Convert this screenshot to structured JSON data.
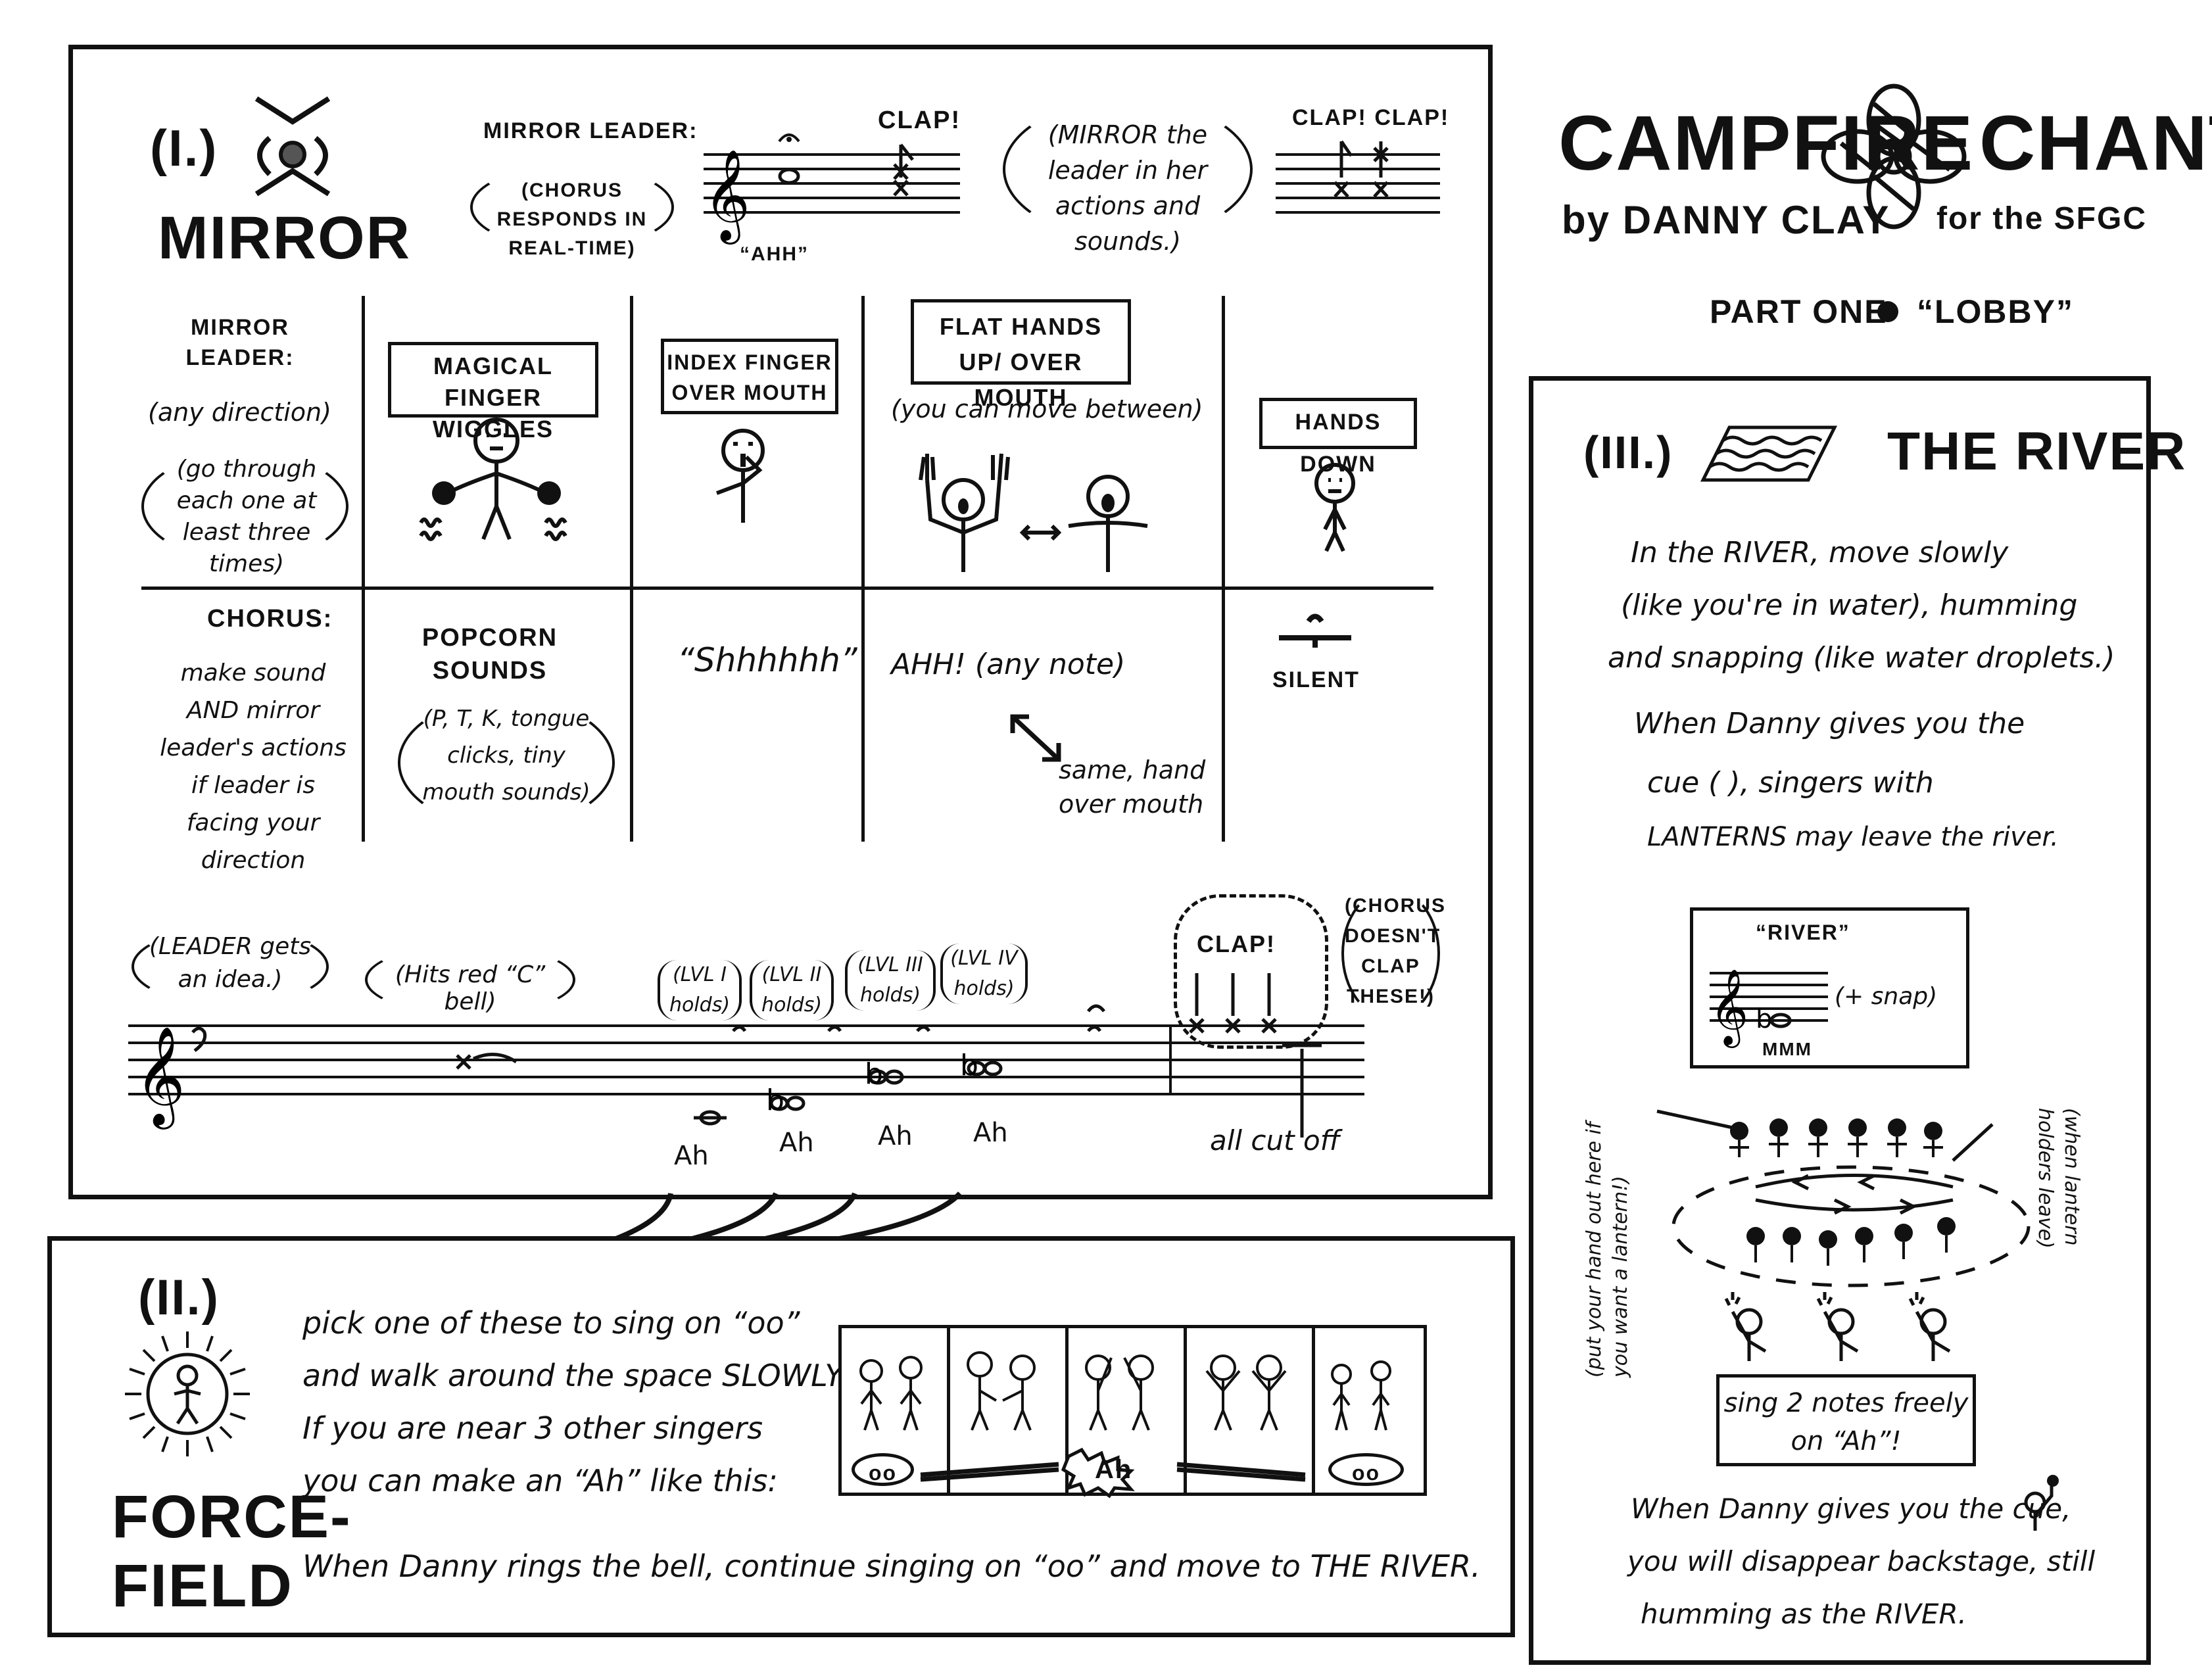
{
  "title": {
    "word1": "CAMPFIRE",
    "word2": "CHANTS",
    "by": "by DANNY CLAY",
    "for": "for the SFGC",
    "part": "PART ONE",
    "part_sub": "“LOBBY”"
  },
  "mirror": {
    "numeral": "(I.)",
    "heading": "MIRROR",
    "staff_label": "MIRROR LEADER:",
    "chorus_responds": "(CHORUS RESPONDS IN REAL-TIME)",
    "ahh": "“AHH”",
    "clap1": "CLAP!",
    "mirror_note": "(MIRROR the leader in her actions and sounds.)",
    "clap2": "CLAP! CLAP!",
    "row1_label": "MIRROR LEADER:",
    "any_direction": "(any direction)",
    "go_through": "(go through each one at least three times)",
    "c1_box": "MAGICAL FINGER WIGGLES",
    "c2_box": "INDEX FINGER OVER MOUTH",
    "c3_box": "FLAT HANDS UP/ OVER MOUTH",
    "c3_sub": "(you can move between)",
    "c4_box": "HANDS DOWN",
    "row2_label": "CHORUS:",
    "chorus_desc": "make sound AND mirror leader's actions if leader is facing your direction",
    "popcorn_title": "POPCORN SOUNDS",
    "popcorn_desc": "(P, T, K, tongue clicks, tiny mouth sounds)",
    "shh": "“Shhhhhh”",
    "ahh_any": "AHH! (any note)",
    "same_hand": "same, hand over mouth",
    "silent": "SILENT",
    "leader_idea": "(LEADER gets an idea.)",
    "hits_bell": "(Hits red “C” bell)",
    "lvl1": "(LVL I holds)",
    "lvl2": "(LVL II holds)",
    "lvl3": "(LVL III holds)",
    "lvl4": "(LVL IV holds)",
    "clap3": "CLAP!",
    "chorus_doesnt": "(CHORUS DOESN'T CLAP THESE!)",
    "ah1": "Ah",
    "ah2": "Ah",
    "ah3": "Ah",
    "ah4": "Ah",
    "all_cut_off": "all cut off"
  },
  "forcefield": {
    "numeral": "(II.)",
    "heading1": "FORCE-",
    "heading2": "FIELD",
    "line1": "pick one of these to sing on “oo”",
    "line2": "and walk around the space SLOWLY!",
    "line3": "If you are near 3 other singers",
    "line4": "you can make an “Ah” like this:",
    "line5": "When Danny rings the bell, continue singing on “oo” and move to THE RIVER.",
    "oo_left": "oo",
    "ah_center": "Ah",
    "oo_right": "oo"
  },
  "river": {
    "numeral": "(III.)",
    "heading": "THE RIVER",
    "p1_l1": "In the RIVER, move slowly",
    "p1_l2": "(like you're in water), humming",
    "p1_l3": "and snapping (like water droplets.)",
    "p2_l1": "When Danny gives you the",
    "p2_l2": "cue ( ), singers with",
    "p2_l3": "LANTERNS may leave the river.",
    "staff_title": "“RIVER”",
    "snap": "(+ snap)",
    "mmm": "MMM",
    "put_hand": "(put your hand out here if you want a lantern!)",
    "lantern_leave": "(when lantern holders leave)",
    "sing2": "sing 2 notes freely on “Ah”!",
    "p3_l1": "When Danny gives you the  cue,",
    "p3_l2": "you will disappear backstage, still",
    "p3_l3": "humming as the RIVER."
  }
}
